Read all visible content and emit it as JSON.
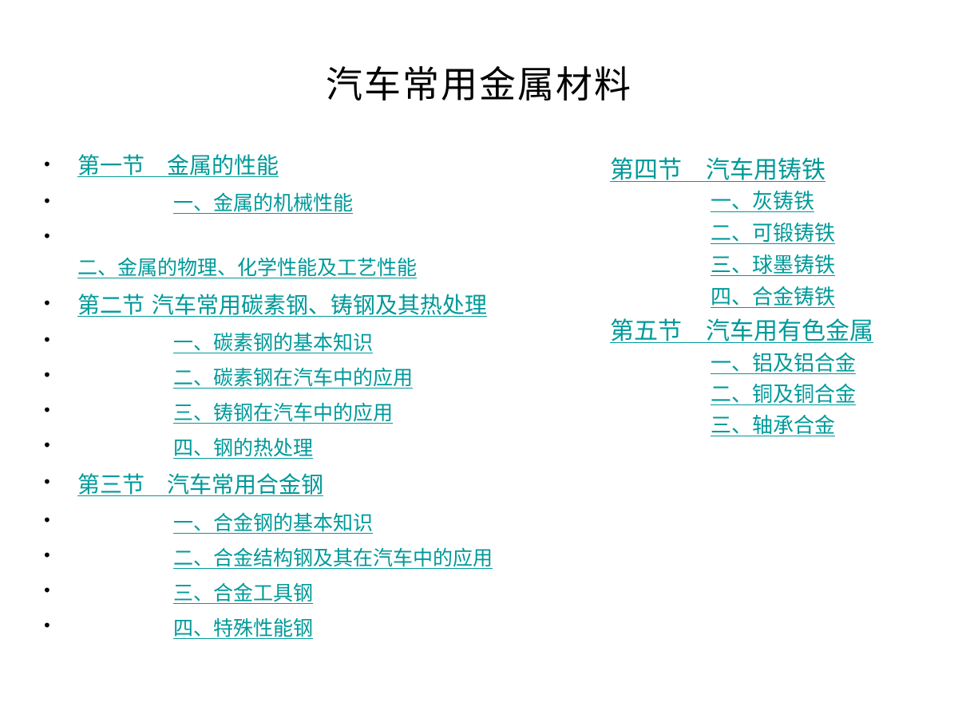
{
  "title": "汽车常用金属材料",
  "left_list": {
    "section1": "第一节　金属的性能",
    "s1_item1": "一、金属的机械性能",
    "s1_item2": "二、金属的物理、化学性能及工艺性能",
    "section2": "第二节  汽车常用碳素钢、铸钢及其热处理",
    "s2_item1": "一、碳素钢的基本知识",
    "s2_item2": "二、碳素钢在汽车中的应用",
    "s2_item3": "三、铸钢在汽车中的应用",
    "s2_item4": "四、钢的热处理",
    "section3": "第三节　汽车常用合金钢",
    "s3_item1": "一、合金钢的基本知识",
    "s3_item2": "二、合金结构钢及其在汽车中的应用",
    "s3_item3": "三、合金工具钢",
    "s3_item4": "四、特殊性能钢"
  },
  "right_list": {
    "section4": "第四节　汽车用铸铁",
    "s4_item1": "一、灰铸铁",
    "s4_item2": "二、可锻铸铁",
    "s4_item3": "三、球墨铸铁",
    "s4_item4": "四、合金铸铁",
    "section5": "第五节　汽车用有色金属",
    "s5_item1": "一、铝及铝合金",
    "s5_item2": "二、铜及铜合金",
    "s5_item3": "三、轴承合金"
  },
  "bullet_glyph": "•",
  "colors": {
    "link": "#009999",
    "text": "#000000",
    "background": "#ffffff"
  }
}
